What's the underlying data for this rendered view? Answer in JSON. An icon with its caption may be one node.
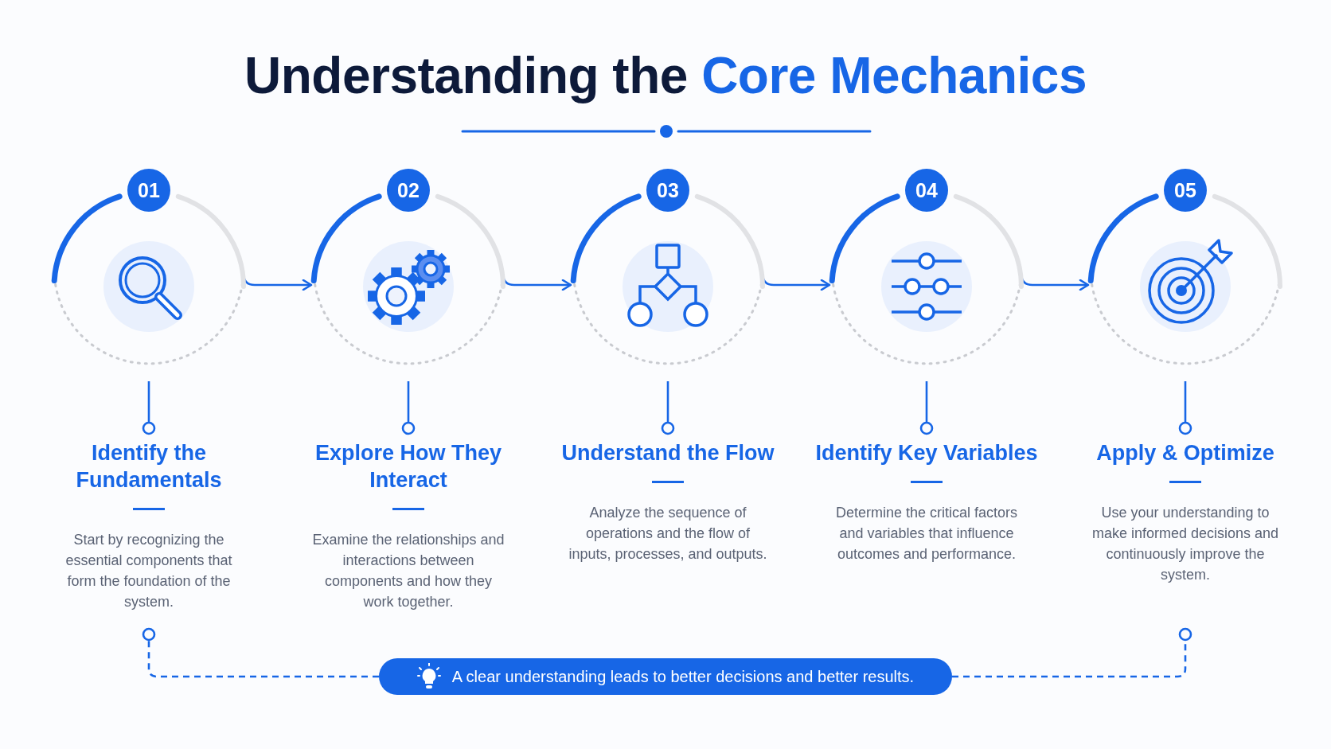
{
  "diagram": {
    "title": "Understanding the **Core Mechanics**",
    "nodes": [
      {
        "text": [
          "01"
        ]
      },
      {
        "text": [
          "02"
        ]
      },
      {
        "text": [
          "03"
        ]
      },
      {
        "text": [
          "04"
        ]
      },
      {
        "text": [
          "05"
        ]
      },
      {
        "text": [
          "Identify the Fundamentals",
          "Start by recognizing the essential components that form the foundation of the system."
        ]
      },
      {
        "text": [
          "Explore How They Interact",
          "Examine the relationships and interactions between components and how they work together."
        ]
      },
      {
        "text": [
          "Understand the Flow",
          "Analyze the sequence of operations and the flow of inputs, processes, and outputs."
        ]
      },
      {
        "text": [
          "Identify Key Variables",
          "Determine the critical factors and variables that influence outcomes and performance."
        ]
      },
      {
        "text": [
          "Apply & Optimize",
          "Use your understanding to make informed decisions and continuously improve the system."
        ]
      },
      {
        "text": [
          "A clear understanding leads to better decisions and better results."
        ]
      }
    ],
    "edges": [
      {
        "from": 0,
        "to": 1,
        "arrow": "to"
      },
      {
        "from": 1,
        "to": 2,
        "arrow": "to"
      },
      {
        "from": 2,
        "to": 3,
        "arrow": "to"
      },
      {
        "from": 3,
        "to": 4,
        "arrow": "to"
      },
      {
        "from": 0,
        "to": 5,
        "arrow": "other"
      },
      {
        "from": 1,
        "to": 6,
        "arrow": "other"
      },
      {
        "from": 2,
        "to": 7,
        "arrow": "other"
      },
      {
        "from": 3,
        "to": 8,
        "arrow": "other"
      },
      {
        "from": 4,
        "to": 9,
        "arrow": "other"
      },
      {
        "from": 10,
        "to": 5,
        "arrow": "other",
        "style": "dashed"
      },
      {
        "from": 10,
        "to": 9,
        "arrow": "other",
        "style": "dashed"
      }
    ]
  }
}
